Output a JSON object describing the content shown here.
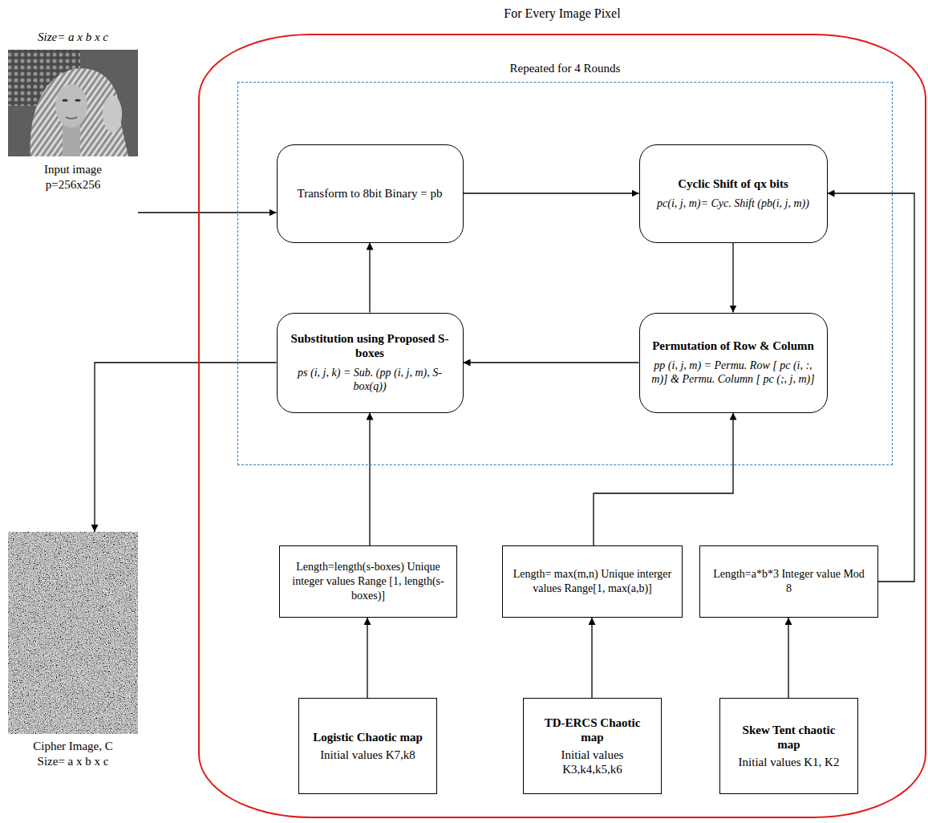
{
  "diagram": {
    "nodes": [
      {
        "text": [
          "For Every Image Pixel"
        ]
      },
      {
        "text": [
          "Repeated for 4 Rounds"
        ],
        "in": 0
      },
      {
        "text": [
          "Transform to 8bit Binary = pb"
        ],
        "in": 1
      },
      {
        "text": [
          "Cyclic Shift of qx bits",
          "pc(i, j, m)= Cyc. Shift (pb(i, j, m))"
        ],
        "in": 1
      },
      {
        "text": [
          "Permutation of Row & Column",
          "pp (i, j, m) = Permu. Row [ pc (i, :, m)] & Permu. Column [ pc (;, j, m)]"
        ],
        "in": 1
      },
      {
        "text": [
          "Substitution using Proposed S-boxes",
          "ps (i, j, k) = Sub. (pp (i, j, m), S-box(q))"
        ],
        "in": 1
      },
      {
        "text": [
          "Size= a x b x c",
          "Input image p=256x256"
        ]
      },
      {
        "text": [
          "Cipher Image, C Size= a x b x c"
        ]
      },
      {
        "text": [
          "Length=length(s-boxes) Unique integer values Range [1, length(s-boxes)]"
        ],
        "in": 0
      },
      {
        "text": [
          "Length= max(m,n) Unique interger values Range[1, max(a,b)]"
        ],
        "in": 0
      },
      {
        "text": [
          "Length=a*b*3 Integer value Mod 8"
        ],
        "in": 0
      },
      {
        "text": [
          "Logistic Chaotic map",
          "Initial values K7,k8"
        ],
        "in": 0
      },
      {
        "text": [
          "TD-ERCS Chaotic map",
          "Initial values K3,k4,k5,k6"
        ],
        "in": 0
      },
      {
        "text": [
          "Skew Tent chaotic map",
          "Initial values K1, K2"
        ],
        "in": 0
      }
    ],
    "edges": [
      {
        "from": 6,
        "to": 2,
        "arrow": "to"
      },
      {
        "from": 2,
        "to": 3,
        "arrow": "to"
      },
      {
        "from": 3,
        "to": 4,
        "arrow": "to"
      },
      {
        "from": 4,
        "to": 5,
        "arrow": "to"
      },
      {
        "from": 5,
        "to": 2,
        "arrow": "to"
      },
      {
        "from": 5,
        "to": 7,
        "arrow": "to"
      },
      {
        "from": 8,
        "to": 5,
        "arrow": "to"
      },
      {
        "from": 9,
        "to": 4,
        "arrow": "to"
      },
      {
        "from": 10,
        "to": 3,
        "arrow": "to"
      },
      {
        "from": 11,
        "to": 8,
        "arrow": "to"
      },
      {
        "from": 12,
        "to": 9,
        "arrow": "to"
      },
      {
        "from": 13,
        "to": 10,
        "arrow": "to"
      }
    ]
  }
}
